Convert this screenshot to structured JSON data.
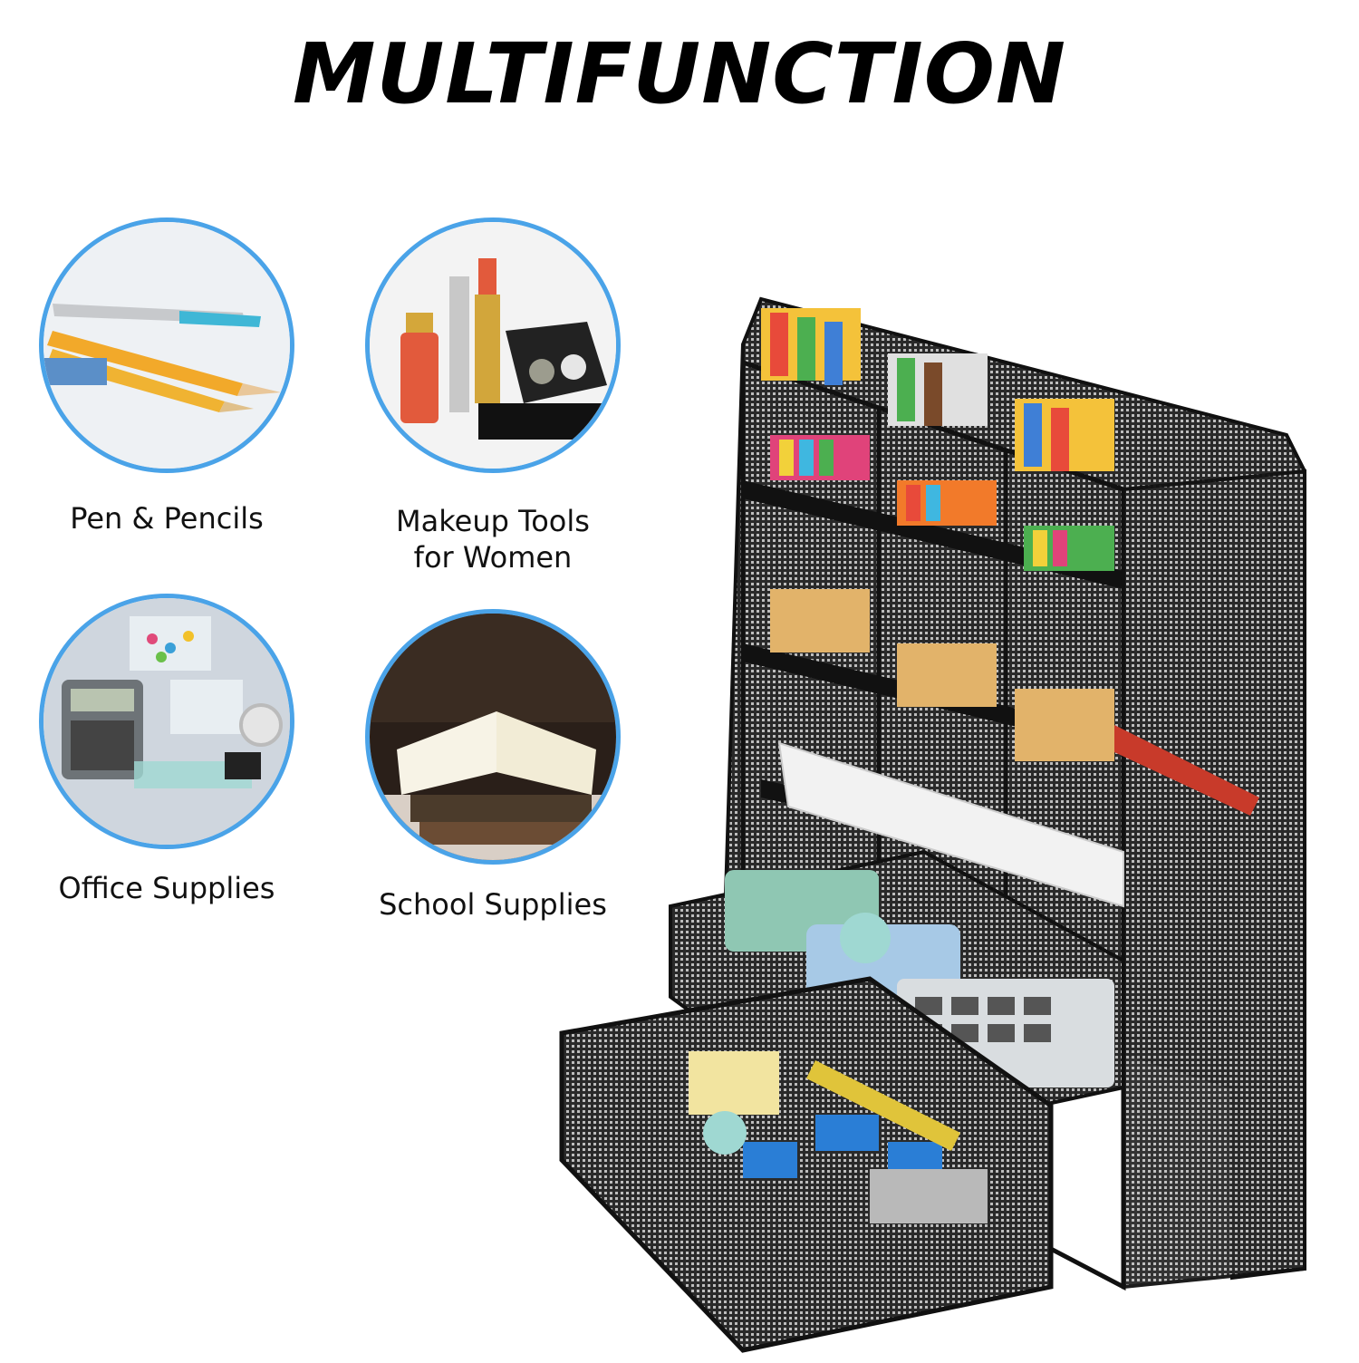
{
  "headline": "MULTIFUNCTION",
  "accent_color": "#4aa3e8",
  "categories": [
    {
      "label": "Pen & Pencils",
      "icon": "pens-pencils-photo"
    },
    {
      "label_line1": "Makeup Tools",
      "label_line2": "for Women",
      "icon": "makeup-photo"
    },
    {
      "label": "Office Supplies",
      "icon": "office-supplies-photo"
    },
    {
      "label": "School Supplies",
      "icon": "open-book-photo"
    }
  ],
  "product": {
    "icon": "mesh-desk-organizer-photo",
    "color": "#1c1c1c"
  }
}
